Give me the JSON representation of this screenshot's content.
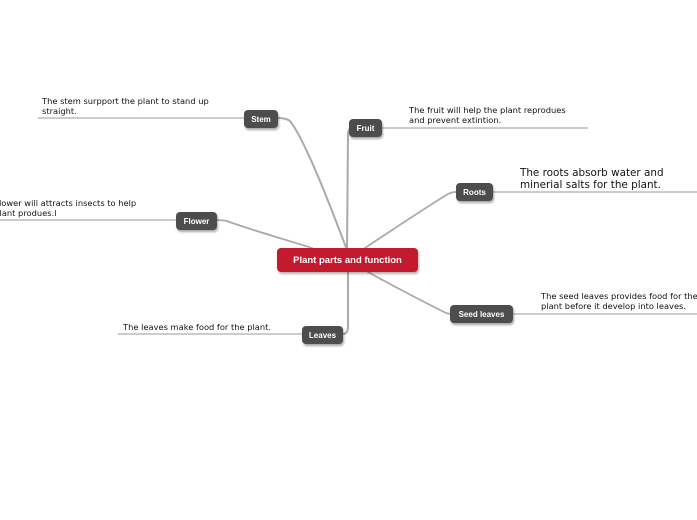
{
  "central": {
    "label": "Plant parts and function"
  },
  "branches": [
    {
      "id": "stem",
      "label": "Stem",
      "note": "The stem surpport the plant to stand up\nstraight."
    },
    {
      "id": "fruit",
      "label": "Fruit",
      "note": "The fruit will help the plant reprodues\nand prevent extintion."
    },
    {
      "id": "flower",
      "label": "Flower",
      "note": "The flower will attracts insects to help\nthe plant produes.l"
    },
    {
      "id": "roots",
      "label": "Roots",
      "note": "The roots absorb water and\nminerial salts for the plant."
    },
    {
      "id": "seed",
      "label": "Seed leaves",
      "note": "The seed leaves provides food for the\nplant before it develop into leaves."
    },
    {
      "id": "leaves",
      "label": "Leaves",
      "note": "The leaves make food for the plant."
    }
  ],
  "colors": {
    "central": "#c41a30",
    "node": "#4d4d4d",
    "connector": "#aaaaaa",
    "underline": "#999999"
  }
}
